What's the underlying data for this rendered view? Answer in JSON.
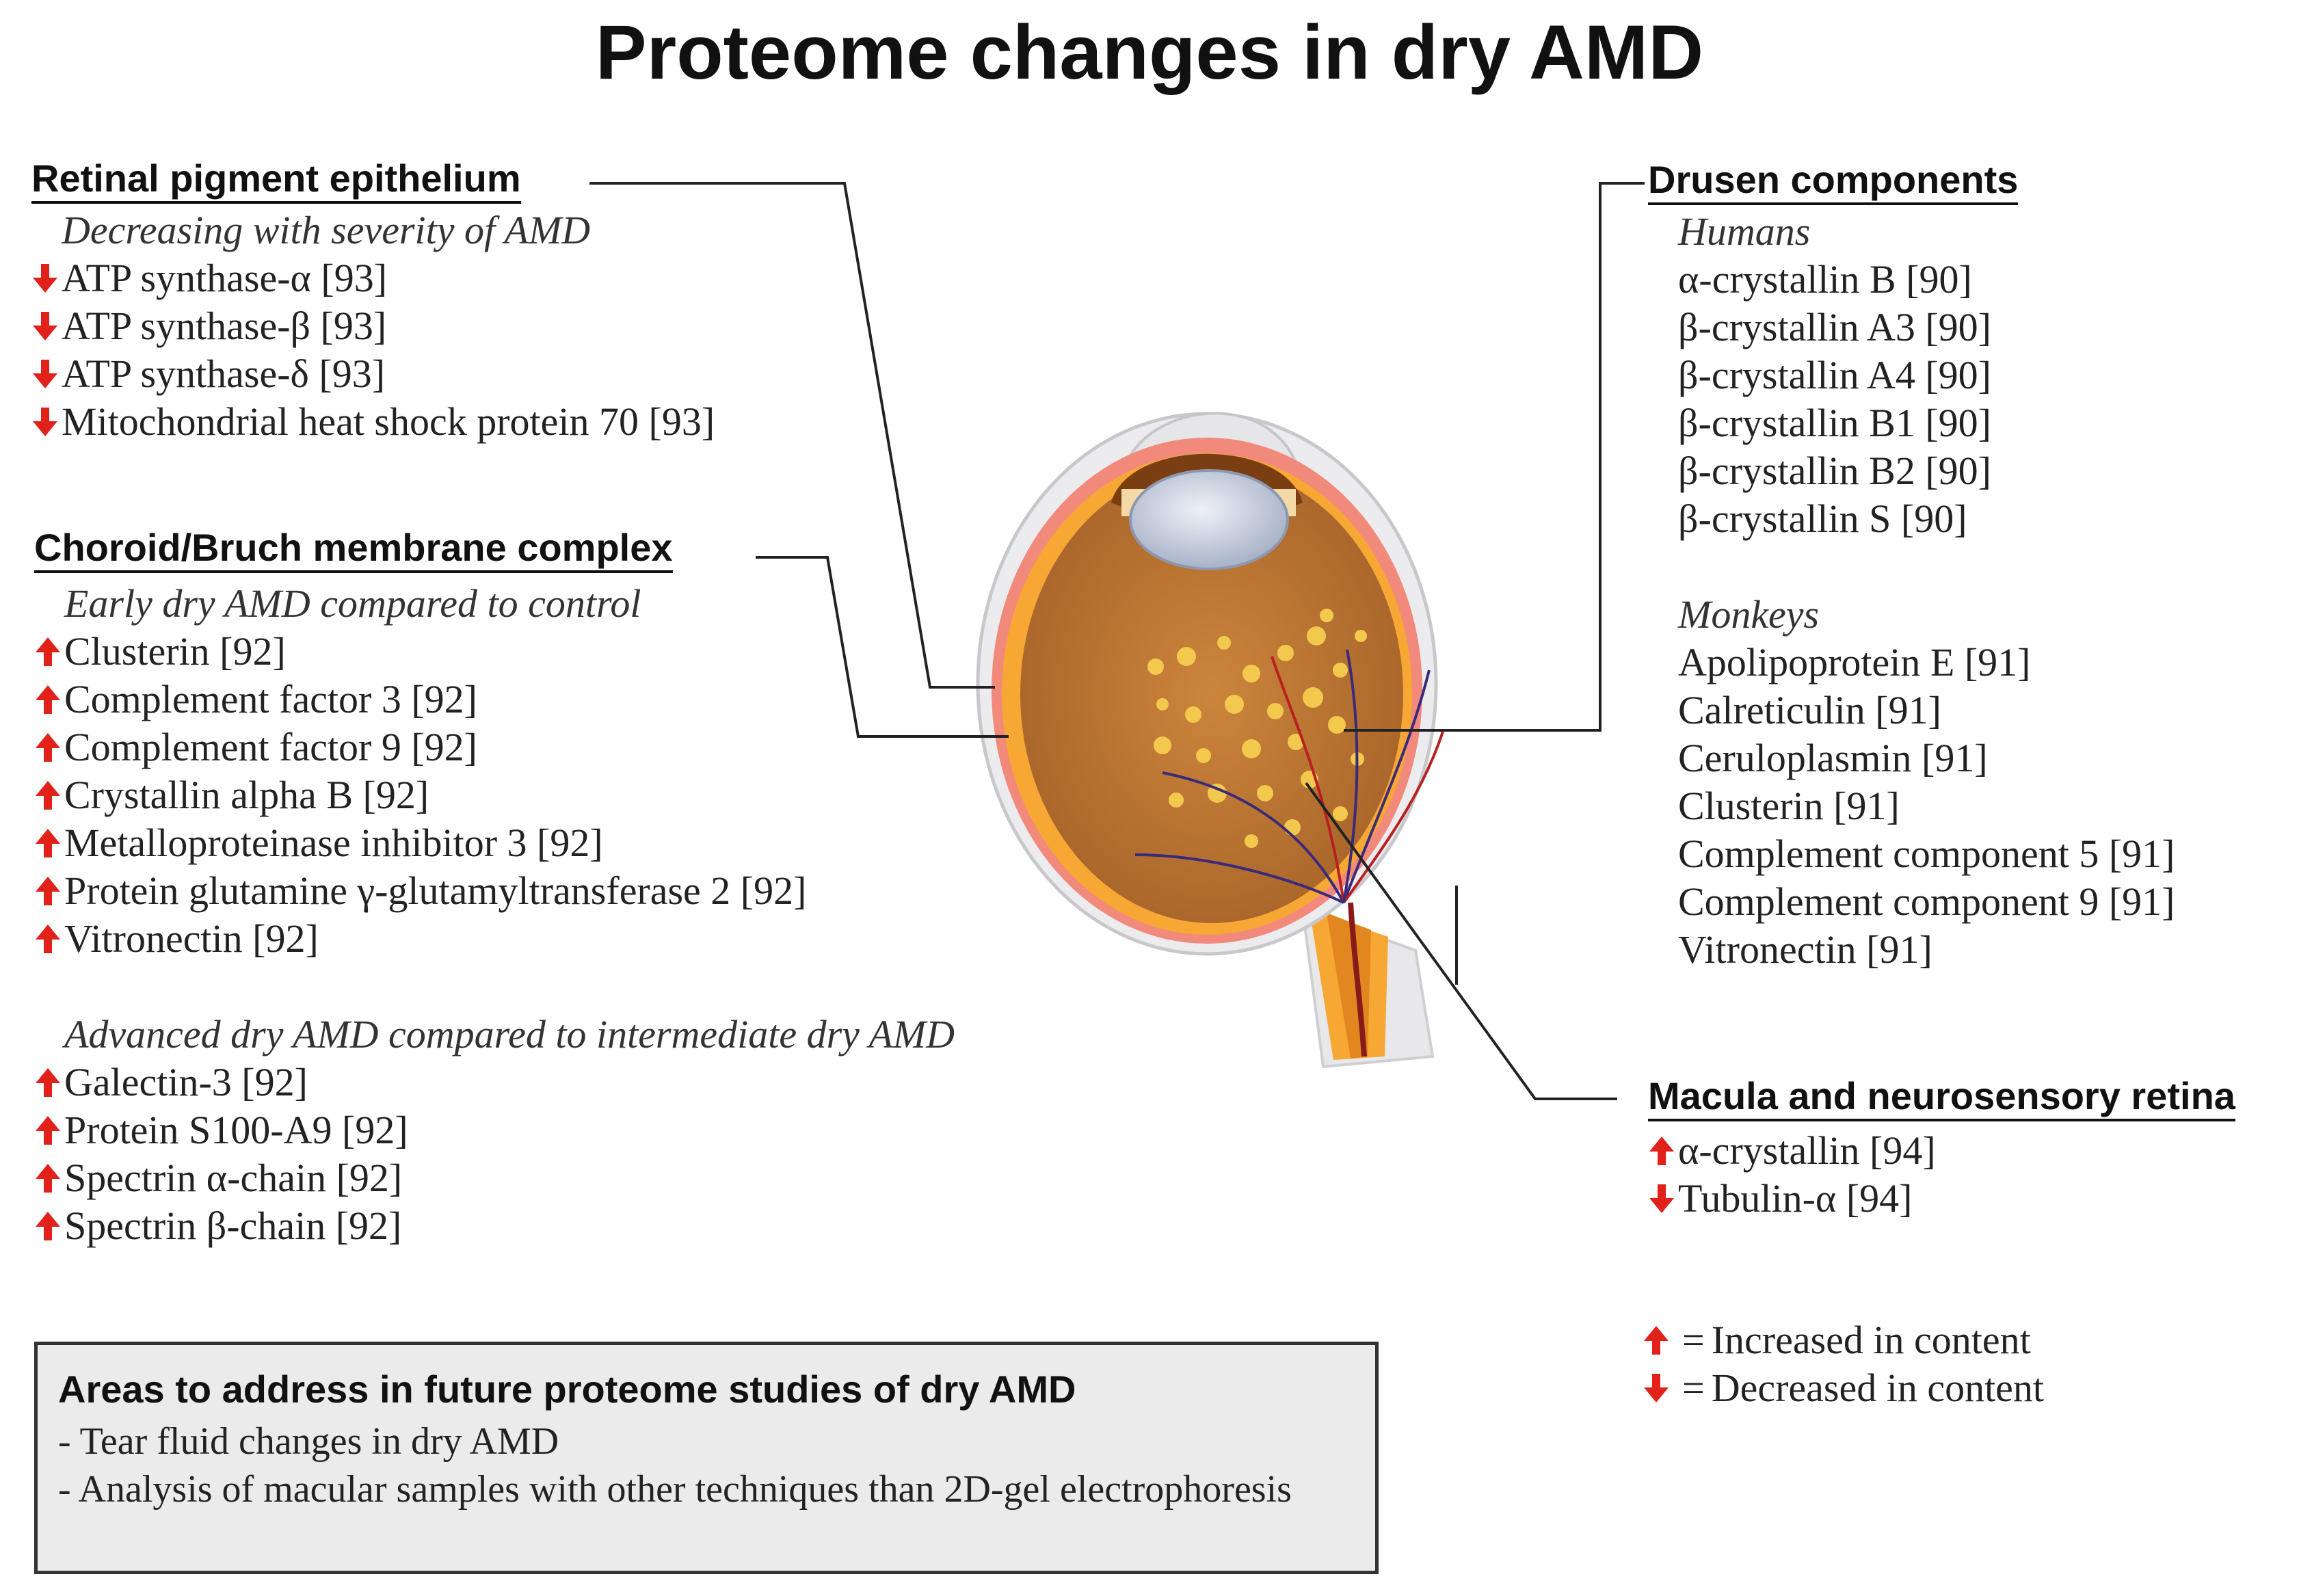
{
  "title": "Proteome changes in dry AMD",
  "colors": {
    "up_arrow": "#e0221b",
    "down_arrow": "#e0221b",
    "choroid": "#f7a733",
    "fundus": "#c0762f"
  },
  "rpe": {
    "heading": "Retinal pigment epithelium",
    "subheading": "Decreasing with severity of AMD",
    "items": [
      {
        "label": "ATP synthase-α [93]",
        "direction": "down"
      },
      {
        "label": "ATP synthase-β [93]",
        "direction": "down"
      },
      {
        "label": "ATP synthase-δ [93]",
        "direction": "down"
      },
      {
        "label": "Mitochondrial heat shock protein 70 [93]",
        "direction": "down"
      }
    ]
  },
  "choroid": {
    "heading": "Choroid/Bruch membrane complex",
    "early": {
      "subheading": "Early  dry AMD compared to control",
      "items": [
        {
          "label": "Clusterin [92]",
          "direction": "up"
        },
        {
          "label": "Complement factor 3 [92]",
          "direction": "up"
        },
        {
          "label": "Complement factor 9 [92]",
          "direction": "up"
        },
        {
          "label": "Crystallin alpha B [92]",
          "direction": "up"
        },
        {
          "label": "Metalloproteinase inhibitor 3 [92]",
          "direction": "up"
        },
        {
          "label": "Protein glutamine γ-glutamyltransferase 2 [92]",
          "direction": "up"
        },
        {
          "label": "Vitronectin [92]",
          "direction": "up"
        }
      ]
    },
    "advanced": {
      "subheading": "Advanced dry AMD compared to intermediate dry AMD",
      "items": [
        {
          "label": "Galectin-3 [92]",
          "direction": "up"
        },
        {
          "label": "Protein S100-A9 [92]",
          "direction": "up"
        },
        {
          "label": "Spectrin α-chain [92]",
          "direction": "up"
        },
        {
          "label": "Spectrin β-chain [92]",
          "direction": "up"
        }
      ]
    }
  },
  "drusen": {
    "heading": "Drusen components",
    "humans": {
      "subheading": "Humans",
      "items": [
        "α-crystallin B [90]",
        "β-crystallin A3 [90]",
        "β-crystallin A4 [90]",
        "β-crystallin B1 [90]",
        "β-crystallin B2 [90]",
        "β-crystallin S [90]"
      ]
    },
    "monkeys": {
      "subheading": "Monkeys",
      "items": [
        "Apolipoprotein E [91]",
        "Calreticulin [91]",
        "Ceruloplasmin [91]",
        "Clusterin [91]",
        "Complement component 5 [91]",
        "Complement component 9 [91]",
        "Vitronectin [91]"
      ]
    }
  },
  "macula": {
    "heading": "Macula and neurosensory retina",
    "items": [
      {
        "label": "α-crystallin [94]",
        "direction": "up"
      },
      {
        "label": "Tubulin-α [94]",
        "direction": "down"
      }
    ]
  },
  "legend": {
    "items": [
      {
        "direction": "up",
        "equals": "=",
        "label": "Increased in content"
      },
      {
        "direction": "down",
        "equals": "=",
        "label": "Decreased in content"
      }
    ]
  },
  "future": {
    "heading": "Areas to address in future proteome studies of dry AMD",
    "items": [
      "- Tear fluid changes in dry AMD",
      "- Analysis of macular samples with other techniques than 2D-gel electrophoresis"
    ]
  }
}
